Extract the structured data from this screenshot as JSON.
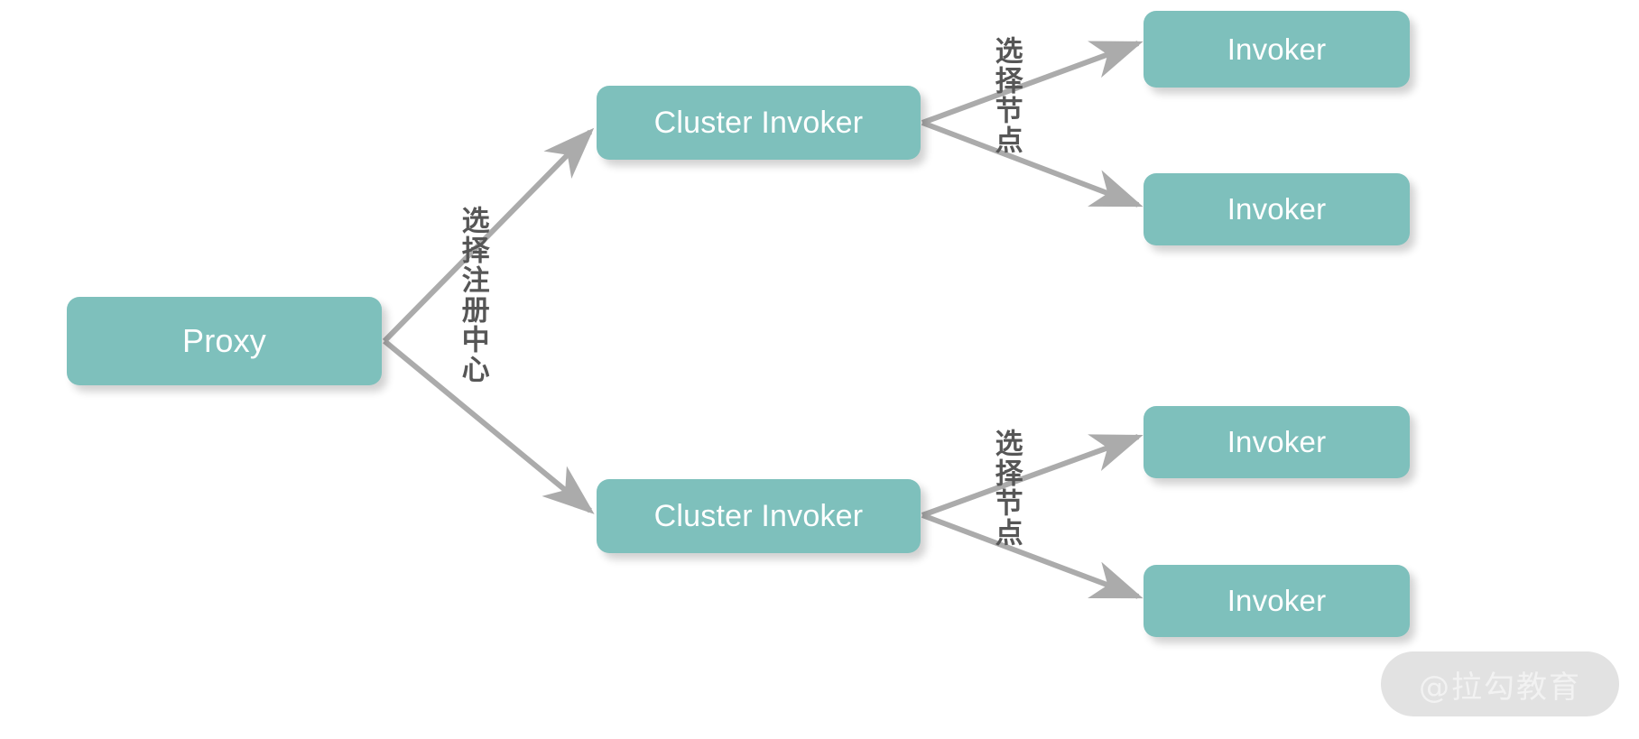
{
  "diagram": {
    "title": "Dubbo Proxy Cluster Invoker Invoker flow",
    "colors": {
      "node_fill": "#7ec0bc",
      "node_text": "#ffffff",
      "edge": "#ababab",
      "label_text": "#565656",
      "background": "#ffffff",
      "watermark_pill": "#e2e2e2",
      "watermark_text": "#f2f2f2"
    },
    "nodes": {
      "proxy": {
        "label": "Proxy"
      },
      "cluster_invokers": [
        {
          "label": "Cluster Invoker"
        },
        {
          "label": "Cluster Invoker"
        }
      ],
      "invokers": [
        {
          "label": "Invoker"
        },
        {
          "label": "Invoker"
        },
        {
          "label": "Invoker"
        },
        {
          "label": "Invoker"
        }
      ]
    },
    "edge_labels": {
      "registry": "选择注册中心",
      "node_top": "选择节点",
      "node_bottom": "选择节点"
    }
  },
  "watermark": {
    "text": "@拉勾教育"
  }
}
